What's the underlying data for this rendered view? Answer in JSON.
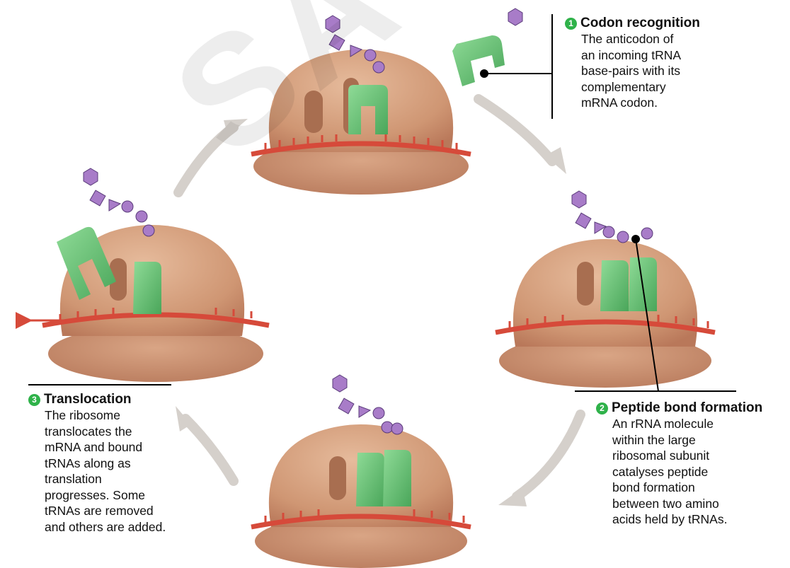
{
  "watermark": "SA",
  "colors": {
    "ribosome_top": "#d8a582",
    "ribosome_bottom": "#c98f6c",
    "mrna": "#d64a3a",
    "trna": "#6dc47a",
    "trna_dark": "#2f8a45",
    "amino_acid": "#a87cc8",
    "arrow": "#d2cdc8",
    "step_number": "#2fb24a"
  },
  "steps": [
    {
      "number": "1",
      "title": "Codon recognition",
      "lines": [
        "The anticodon of",
        "an incoming tRNA",
        "base-pairs with its",
        "complementary",
        "mRNA codon."
      ]
    },
    {
      "number": "2",
      "title": "Peptide bond formation",
      "lines": [
        "An rRNA molecule",
        "within the large",
        "ribosomal subunit",
        "catalyses peptide",
        "bond formation",
        "between two amino",
        "acids held by tRNAs."
      ]
    },
    {
      "number": "3",
      "title": "Translocation",
      "lines": [
        "The ribosome",
        "translocates the",
        "mRNA and bound",
        "tRNAs along as",
        "translation",
        "progresses. Some",
        "tRNAs are removed",
        "and others are added."
      ]
    }
  ]
}
